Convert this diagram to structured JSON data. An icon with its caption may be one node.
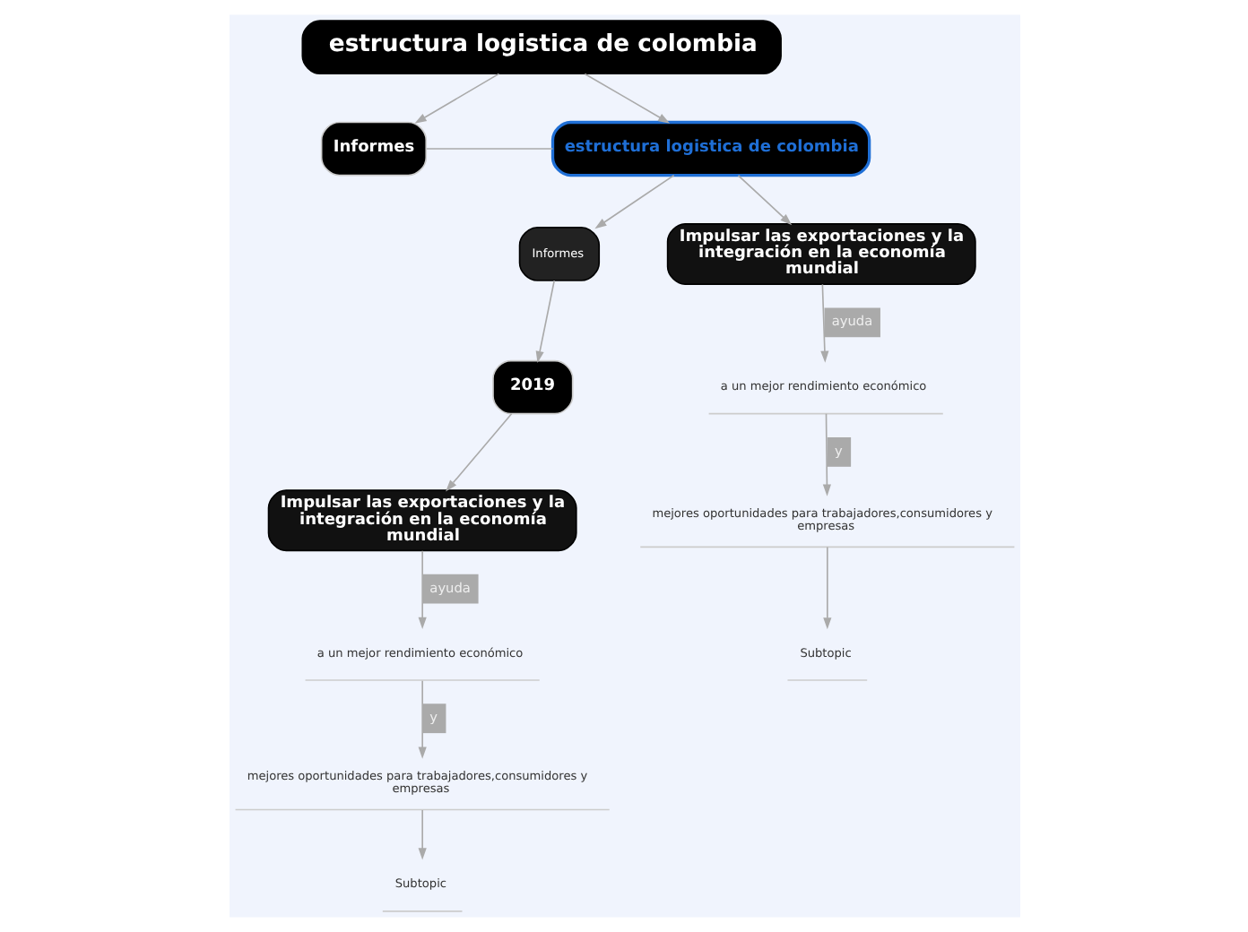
{
  "diagram": {
    "nodes": [
      {
        "text": [
          "estructura logistica de colombia"
        ]
      },
      {
        "text": [
          "Informes"
        ]
      },
      {
        "text": [
          "estructura logistica de colombia"
        ]
      },
      {
        "text": [
          "Informes"
        ]
      },
      {
        "text": [
          "2019"
        ]
      },
      {
        "text": [
          "Impulsar las exportaciones y la integración en la economía mundial"
        ]
      },
      {
        "text": [
          "a un mejor rendimiento económico"
        ]
      },
      {
        "text": [
          "mejores oportunidades para trabajadores,consumidores y empresas"
        ]
      },
      {
        "text": [
          "Subtopic"
        ]
      },
      {
        "text": [
          "Impulsar las exportaciones y la integración en la economía mundial"
        ]
      },
      {
        "text": [
          "a un mejor rendimiento económico"
        ]
      },
      {
        "text": [
          "mejores oportunidades para trabajadores,consumidores y empresas"
        ]
      },
      {
        "text": [
          "Subtopic"
        ]
      }
    ],
    "edges": [
      {
        "from": 0,
        "to": 1,
        "arrow": "to"
      },
      {
        "from": 0,
        "to": 2,
        "arrow": "to"
      },
      {
        "from": 1,
        "to": 2,
        "arrow": "none"
      },
      {
        "from": 2,
        "to": 3,
        "arrow": "to"
      },
      {
        "from": 3,
        "to": 4,
        "arrow": "to"
      },
      {
        "from": 4,
        "to": 5,
        "arrow": "to"
      },
      {
        "from": 5,
        "to": 6,
        "arrow": "to",
        "label": "ayuda"
      },
      {
        "from": 6,
        "to": 7,
        "arrow": "to",
        "label": "y"
      },
      {
        "from": 7,
        "to": 8,
        "arrow": "to"
      },
      {
        "from": 2,
        "to": 9,
        "arrow": "to"
      },
      {
        "from": 9,
        "to": 10,
        "arrow": "to",
        "label": "ayuda"
      },
      {
        "from": 10,
        "to": 11,
        "arrow": "to",
        "label": "y"
      },
      {
        "from": 11,
        "to": 12,
        "arrow": "to"
      }
    ]
  }
}
